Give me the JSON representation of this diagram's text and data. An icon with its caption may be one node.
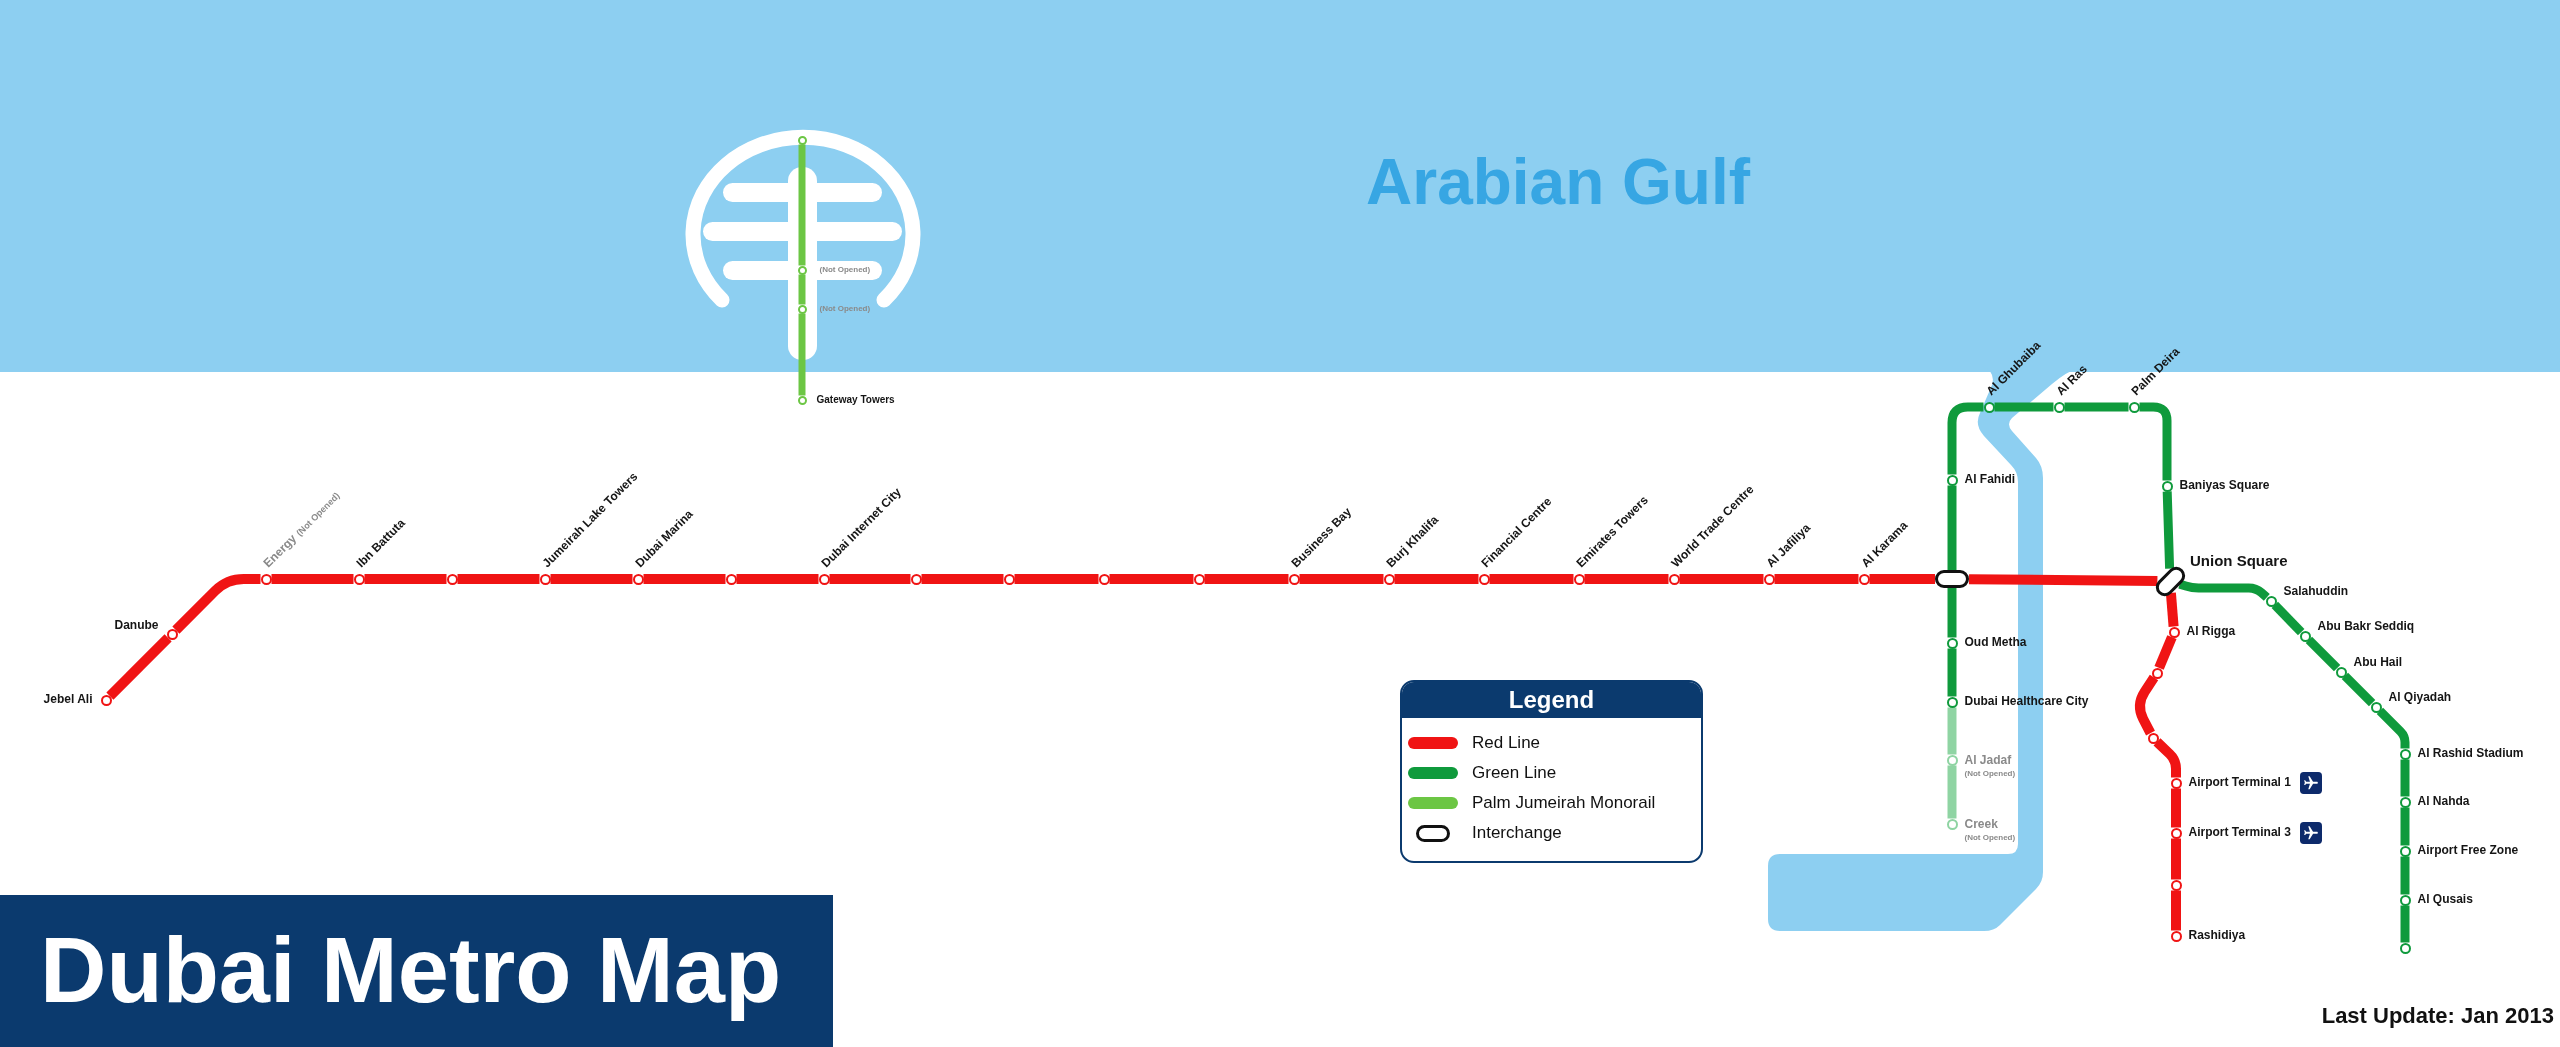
{
  "diagram": {
    "title": "Dubai Metro Map",
    "nodes": [
      {
        "text": [
          "Jebel Ali"
        ]
      },
      {
        "text": [
          "Danube"
        ]
      },
      {
        "text": [
          "Energy",
          "(Not Opened)"
        ]
      },
      {
        "text": [
          "Ibn Battuta"
        ]
      },
      {
        "text": [],
        "shape": "circle"
      },
      {
        "text": [
          "Jumeirah Lake Towers"
        ]
      },
      {
        "text": [
          "Dubai Marina"
        ]
      },
      {
        "text": [],
        "shape": "circle"
      },
      {
        "text": [
          "Dubai Internet City"
        ]
      },
      {
        "text": [],
        "shape": "circle"
      },
      {
        "text": [],
        "shape": "circle"
      },
      {
        "text": [],
        "shape": "circle"
      },
      {
        "text": [],
        "shape": "circle"
      },
      {
        "text": [
          "Business Bay"
        ]
      },
      {
        "text": [
          "Burj Khalifa"
        ]
      },
      {
        "text": [
          "Financial Centre"
        ]
      },
      {
        "text": [
          "Emirates Towers"
        ]
      },
      {
        "text": [
          "World Trade Centre"
        ]
      },
      {
        "text": [
          "Al Jafiliya"
        ]
      },
      {
        "text": [
          "Al Karama"
        ]
      },
      {
        "text": [],
        "shape": "pill"
      },
      {
        "text": [
          "Union Square"
        ]
      },
      {
        "text": [
          "Al Rigga"
        ]
      },
      {
        "text": [],
        "shape": "circle"
      },
      {
        "text": [],
        "shape": "circle"
      },
      {
        "text": [
          "Airport Terminal 1"
        ]
      },
      {
        "text": [
          "Airport Terminal 3"
        ]
      },
      {
        "text": [],
        "shape": "circle"
      },
      {
        "text": [
          "Rashidiya"
        ]
      },
      {
        "text": [
          "Al Fahidi"
        ]
      },
      {
        "text": [
          "Al Ghubaiba"
        ]
      },
      {
        "text": [
          "Al Ras"
        ]
      },
      {
        "text": [
          "Palm Deira"
        ]
      },
      {
        "text": [
          "Baniyas Square"
        ]
      },
      {
        "text": [
          "Salahuddin"
        ]
      },
      {
        "text": [
          "Abu Bakr Seddiq"
        ]
      },
      {
        "text": [
          "Abu Hail"
        ]
      },
      {
        "text": [
          "Al Qiyadah"
        ]
      },
      {
        "text": [
          "Al Rashid Stadium"
        ]
      },
      {
        "text": [
          "Al Nahda"
        ]
      },
      {
        "text": [
          "Airport Free Zone"
        ]
      },
      {
        "text": [
          "Al Qusais"
        ]
      },
      {
        "text": [],
        "shape": "circle"
      },
      {
        "text": [
          "Oud Metha"
        ]
      },
      {
        "text": [
          "Dubai Healthcare City"
        ]
      },
      {
        "text": [
          "Al Jadaf",
          "(Not Opened)"
        ]
      },
      {
        "text": [
          "Creek",
          "(Not Opened)"
        ]
      },
      {
        "text": [],
        "shape": "circle"
      },
      {
        "text": [
          "(Not Opened)"
        ]
      },
      {
        "text": [
          "(Not Opened)"
        ]
      },
      {
        "text": [
          "Gateway Towers"
        ]
      }
    ],
    "edges": [
      {
        "from": 0,
        "to": 1,
        "arrow": "none"
      },
      {
        "from": 1,
        "to": 2,
        "arrow": "none"
      },
      {
        "from": 2,
        "to": 3,
        "arrow": "none"
      },
      {
        "from": 3,
        "to": 4,
        "arrow": "none"
      },
      {
        "from": 4,
        "to": 5,
        "arrow": "none"
      },
      {
        "from": 5,
        "to": 6,
        "arrow": "none"
      },
      {
        "from": 6,
        "to": 7,
        "arrow": "none"
      },
      {
        "from": 7,
        "to": 8,
        "arrow": "none"
      },
      {
        "from": 8,
        "to": 9,
        "arrow": "none"
      },
      {
        "from": 9,
        "to": 10,
        "arrow": "none"
      },
      {
        "from": 10,
        "to": 11,
        "arrow": "none"
      },
      {
        "from": 11,
        "to": 12,
        "arrow": "none"
      },
      {
        "from": 12,
        "to": 13,
        "arrow": "none"
      },
      {
        "from": 13,
        "to": 14,
        "arrow": "none"
      },
      {
        "from": 14,
        "to": 15,
        "arrow": "none"
      },
      {
        "from": 15,
        "to": 16,
        "arrow": "none"
      },
      {
        "from": 16,
        "to": 17,
        "arrow": "none"
      },
      {
        "from": 17,
        "to": 18,
        "arrow": "none"
      },
      {
        "from": 18,
        "to": 19,
        "arrow": "none"
      },
      {
        "from": 19,
        "to": 20,
        "arrow": "none"
      },
      {
        "from": 20,
        "to": 21,
        "arrow": "none"
      },
      {
        "from": 21,
        "to": 22,
        "arrow": "none"
      },
      {
        "from": 22,
        "to": 23,
        "arrow": "none"
      },
      {
        "from": 23,
        "to": 24,
        "arrow": "none"
      },
      {
        "from": 24,
        "to": 25,
        "arrow": "none"
      },
      {
        "from": 25,
        "to": 26,
        "arrow": "none"
      },
      {
        "from": 26,
        "to": 27,
        "arrow": "none"
      },
      {
        "from": 27,
        "to": 28,
        "arrow": "none"
      },
      {
        "from": 29,
        "to": 30,
        "arrow": "none",
        "color": "#0f9a3c"
      },
      {
        "from": 30,
        "to": 31,
        "arrow": "none",
        "color": "#0f9a3c"
      },
      {
        "from": 31,
        "to": 32,
        "arrow": "none",
        "color": "#0f9a3c"
      },
      {
        "from": 32,
        "to": 33,
        "arrow": "none",
        "color": "#0f9a3c"
      },
      {
        "from": 33,
        "to": 21,
        "arrow": "none",
        "color": "#0f9a3c"
      },
      {
        "from": 21,
        "to": 34,
        "arrow": "none",
        "color": "#0f9a3c"
      },
      {
        "from": 34,
        "to": 35,
        "arrow": "none",
        "color": "#0f9a3c"
      },
      {
        "from": 35,
        "to": 36,
        "arrow": "none",
        "color": "#0f9a3c"
      },
      {
        "from": 36,
        "to": 37,
        "arrow": "none",
        "color": "#0f9a3c"
      },
      {
        "from": 37,
        "to": 38,
        "arrow": "none",
        "color": "#0f9a3c"
      },
      {
        "from": 38,
        "to": 39,
        "arrow": "none",
        "color": "#0f9a3c"
      },
      {
        "from": 39,
        "to": 40,
        "arrow": "none",
        "color": "#0f9a3c"
      },
      {
        "from": 40,
        "to": 41,
        "arrow": "none",
        "color": "#0f9a3c"
      },
      {
        "from": 41,
        "to": 42,
        "arrow": "none",
        "color": "#0f9a3c"
      },
      {
        "from": 20,
        "to": 29,
        "arrow": "none",
        "color": "#0f9a3c"
      },
      {
        "from": 20,
        "to": 43,
        "arrow": "none",
        "color": "#0f9a3c"
      },
      {
        "from": 43,
        "to": 44,
        "arrow": "none",
        "color": "#0f9a3c"
      },
      {
        "from": 44,
        "to": 45,
        "arrow": "none",
        "color": "#8fd4a3"
      },
      {
        "from": 45,
        "to": 46,
        "arrow": "none",
        "color": "#8fd4a3"
      },
      {
        "from": 47,
        "to": 48,
        "arrow": "none",
        "color": "#6cc644"
      },
      {
        "from": 48,
        "to": 49,
        "arrow": "none",
        "color": "#6cc644"
      },
      {
        "from": 49,
        "to": 50,
        "arrow": "none",
        "color": "#6cc644"
      }
    ],
    "labels": [
      "Arabian Gulf",
      "Legend",
      "Last Update: Jan 2013"
    ],
    "legend": [
      {
        "text": "Red Line",
        "color": "#f01414"
      },
      {
        "text": "Green Line",
        "color": "#0f9a3c"
      },
      {
        "text": "Palm Jumeirah Monorail",
        "color": "#6cc644"
      },
      {
        "text": "Interchange"
      }
    ]
  }
}
